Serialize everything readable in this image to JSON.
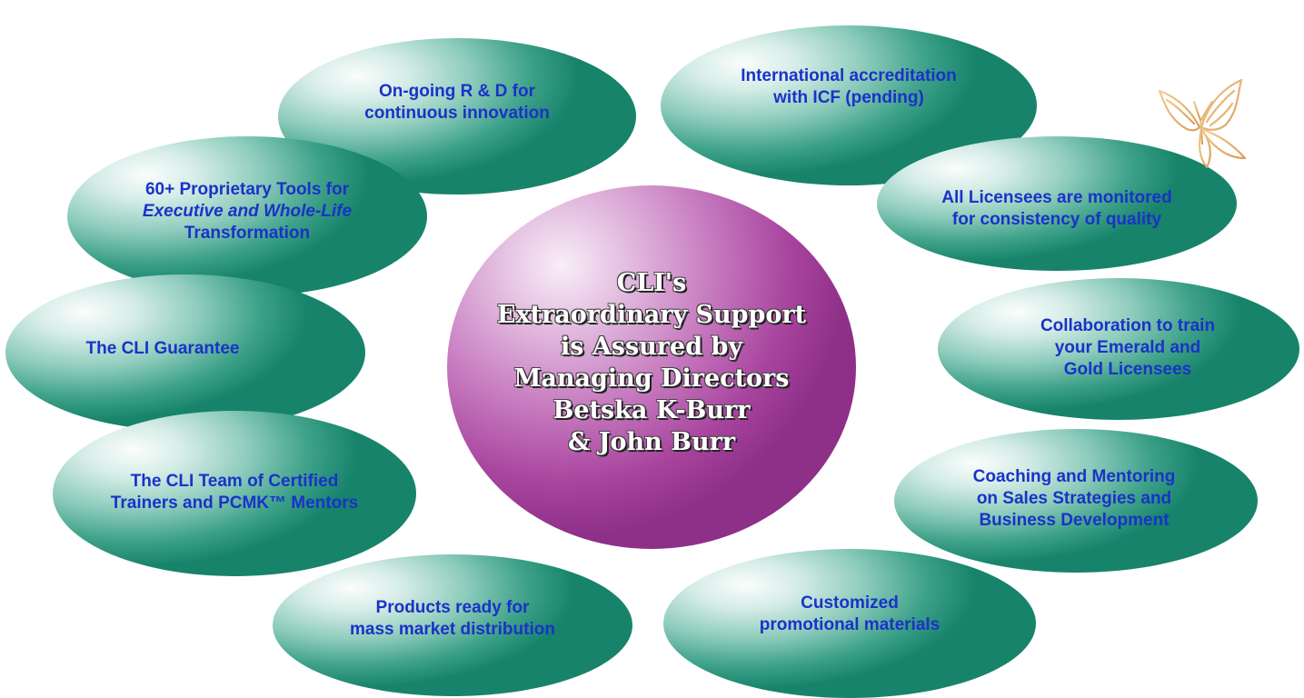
{
  "center": {
    "lines": [
      "CLI's",
      "Extraordinary Support",
      "is Assured by",
      "Managing Directors",
      "Betska K-Burr",
      "& John Burr"
    ]
  },
  "ovals": {
    "rd": [
      "On-going R & D for",
      "continuous innovation"
    ],
    "icf": [
      "International accreditation",
      "with ICF (pending)"
    ],
    "tools": [
      "60+ Proprietary Tools for",
      "Executive and Whole-Life",
      "Transformation"
    ],
    "licensees": [
      "All Licensees are monitored",
      "for consistency of quality"
    ],
    "guarantee": [
      "The CLI Guarantee"
    ],
    "collab": [
      "Collaboration to train",
      "your Emerald and",
      "Gold Licensees"
    ],
    "team": [
      "The CLI Team of Certified",
      "Trainers and PCMK™ Mentors"
    ],
    "coaching": [
      "Coaching and Mentoring",
      "on Sales Strategies and",
      "Business Development"
    ],
    "products": [
      "Products ready for",
      "mass market distribution"
    ],
    "promo": [
      "Customized",
      "promotional materials"
    ]
  },
  "colors": {
    "oval_text": "#1a32c8",
    "oval_fill": "#2e9a80",
    "center_fill": "#b14aa6",
    "center_text": "#ffffff"
  },
  "decoration": {
    "icon": "butterfly-icon"
  }
}
